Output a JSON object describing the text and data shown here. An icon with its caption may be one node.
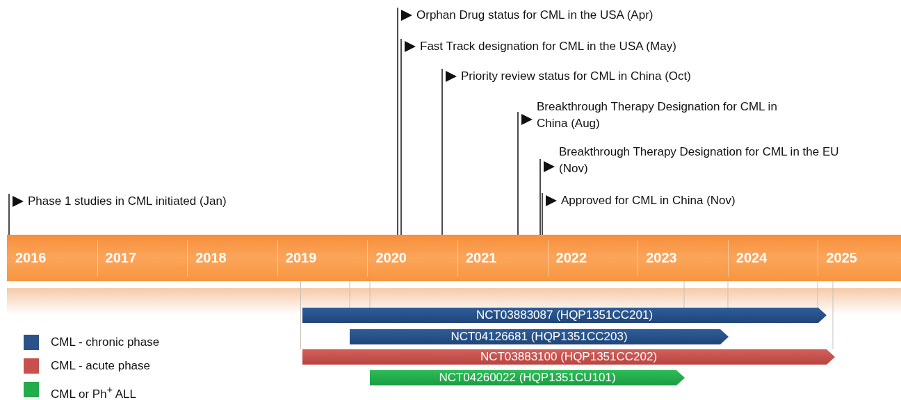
{
  "diagram": {
    "nodes": [
      {
        "text": [
          "2016",
          "2017",
          "2018",
          "2019",
          "2020",
          "2021",
          "2022",
          "2023",
          "2024",
          "2025"
        ]
      },
      {
        "text": [
          "Phase 1 studies in CML initiated (Jan)"
        ]
      },
      {
        "text": [
          "Orphan Drug status for CML in the USA (Apr)"
        ]
      },
      {
        "text": [
          "Fast Track designation for CML in the USA (May)"
        ]
      },
      {
        "text": [
          "Priority review status for CML in China (Oct)"
        ]
      },
      {
        "text": [
          "Breakthrough Therapy Designation for CML in China (Aug)"
        ]
      },
      {
        "text": [
          "Breakthrough Therapy Designation for CML in the EU (Nov)"
        ]
      },
      {
        "text": [
          "Approved for CML in China (Nov)"
        ]
      },
      {
        "text": [
          "NCT03883087 (HQP1351CC201)"
        ]
      },
      {
        "text": [
          "NCT04126681 (HQP1351CC203)"
        ]
      },
      {
        "text": [
          "NCT03883100 (HQP1351CC202)"
        ]
      },
      {
        "text": [
          "NCT04260022 (HQP1351CU101)"
        ]
      }
    ],
    "edges": [
      {
        "from": 1,
        "to": 0,
        "arrow": "none",
        "color": "#111111"
      },
      {
        "from": 2,
        "to": 0,
        "arrow": "none",
        "color": "#111111"
      },
      {
        "from": 3,
        "to": 0,
        "arrow": "none",
        "color": "#111111"
      },
      {
        "from": 4,
        "to": 0,
        "arrow": "none",
        "color": "#111111"
      },
      {
        "from": 5,
        "to": 0,
        "arrow": "none",
        "color": "#111111"
      },
      {
        "from": 6,
        "to": 0,
        "arrow": "none",
        "color": "#111111"
      },
      {
        "from": 7,
        "to": 0,
        "arrow": "none",
        "color": "#111111"
      },
      {
        "from": 0,
        "to": 8,
        "arrow": "none",
        "color": "#c8c0b8"
      },
      {
        "from": 0,
        "to": 8,
        "arrow": "none",
        "color": "#c8c0b8"
      },
      {
        "from": 0,
        "to": 8,
        "arrow": "none",
        "color": "#c8c0b8"
      },
      {
        "from": 0,
        "to": 8,
        "arrow": "none",
        "color": "#c8c0b8"
      },
      {
        "from": 0,
        "to": 8,
        "arrow": "none",
        "color": "#c8c0b8"
      },
      {
        "from": 0,
        "to": 10,
        "arrow": "none",
        "color": "#c8c0b8"
      },
      {
        "from": 0,
        "to": 10,
        "arrow": "none",
        "color": "#c8c0b8"
      }
    ],
    "legend": [
      {
        "text": "CML - chronic phase",
        "color": "#2b5189"
      },
      {
        "text": "CML - acute phase",
        "color": "#c8514d"
      },
      {
        "text": "CML or Ph$^{+}$ ALL",
        "color": "#22ad4c"
      }
    ]
  }
}
